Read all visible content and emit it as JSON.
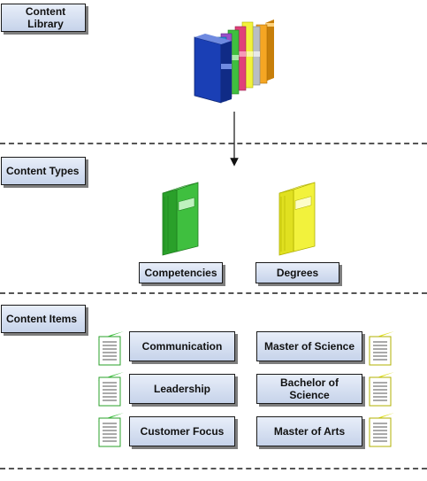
{
  "sections": {
    "library": "Content Library",
    "types": "Content Types",
    "items": "Content Items"
  },
  "types": [
    "Competencies",
    "Degrees"
  ],
  "items_left": [
    "Communication",
    "Leadership",
    "Customer Focus"
  ],
  "items_right": [
    "Master of Science",
    "Bachelor of Science",
    "Master of Arts"
  ],
  "colors": {
    "competencies_book": "#3fbf3f",
    "degrees_book": "#f2f23c",
    "library_books": [
      "#1a3fb5",
      "#2a8fd6",
      "#9a4fc9",
      "#3fbf3f",
      "#e0407a",
      "#f2f23c",
      "#9aa0a6",
      "#f5a623"
    ]
  }
}
